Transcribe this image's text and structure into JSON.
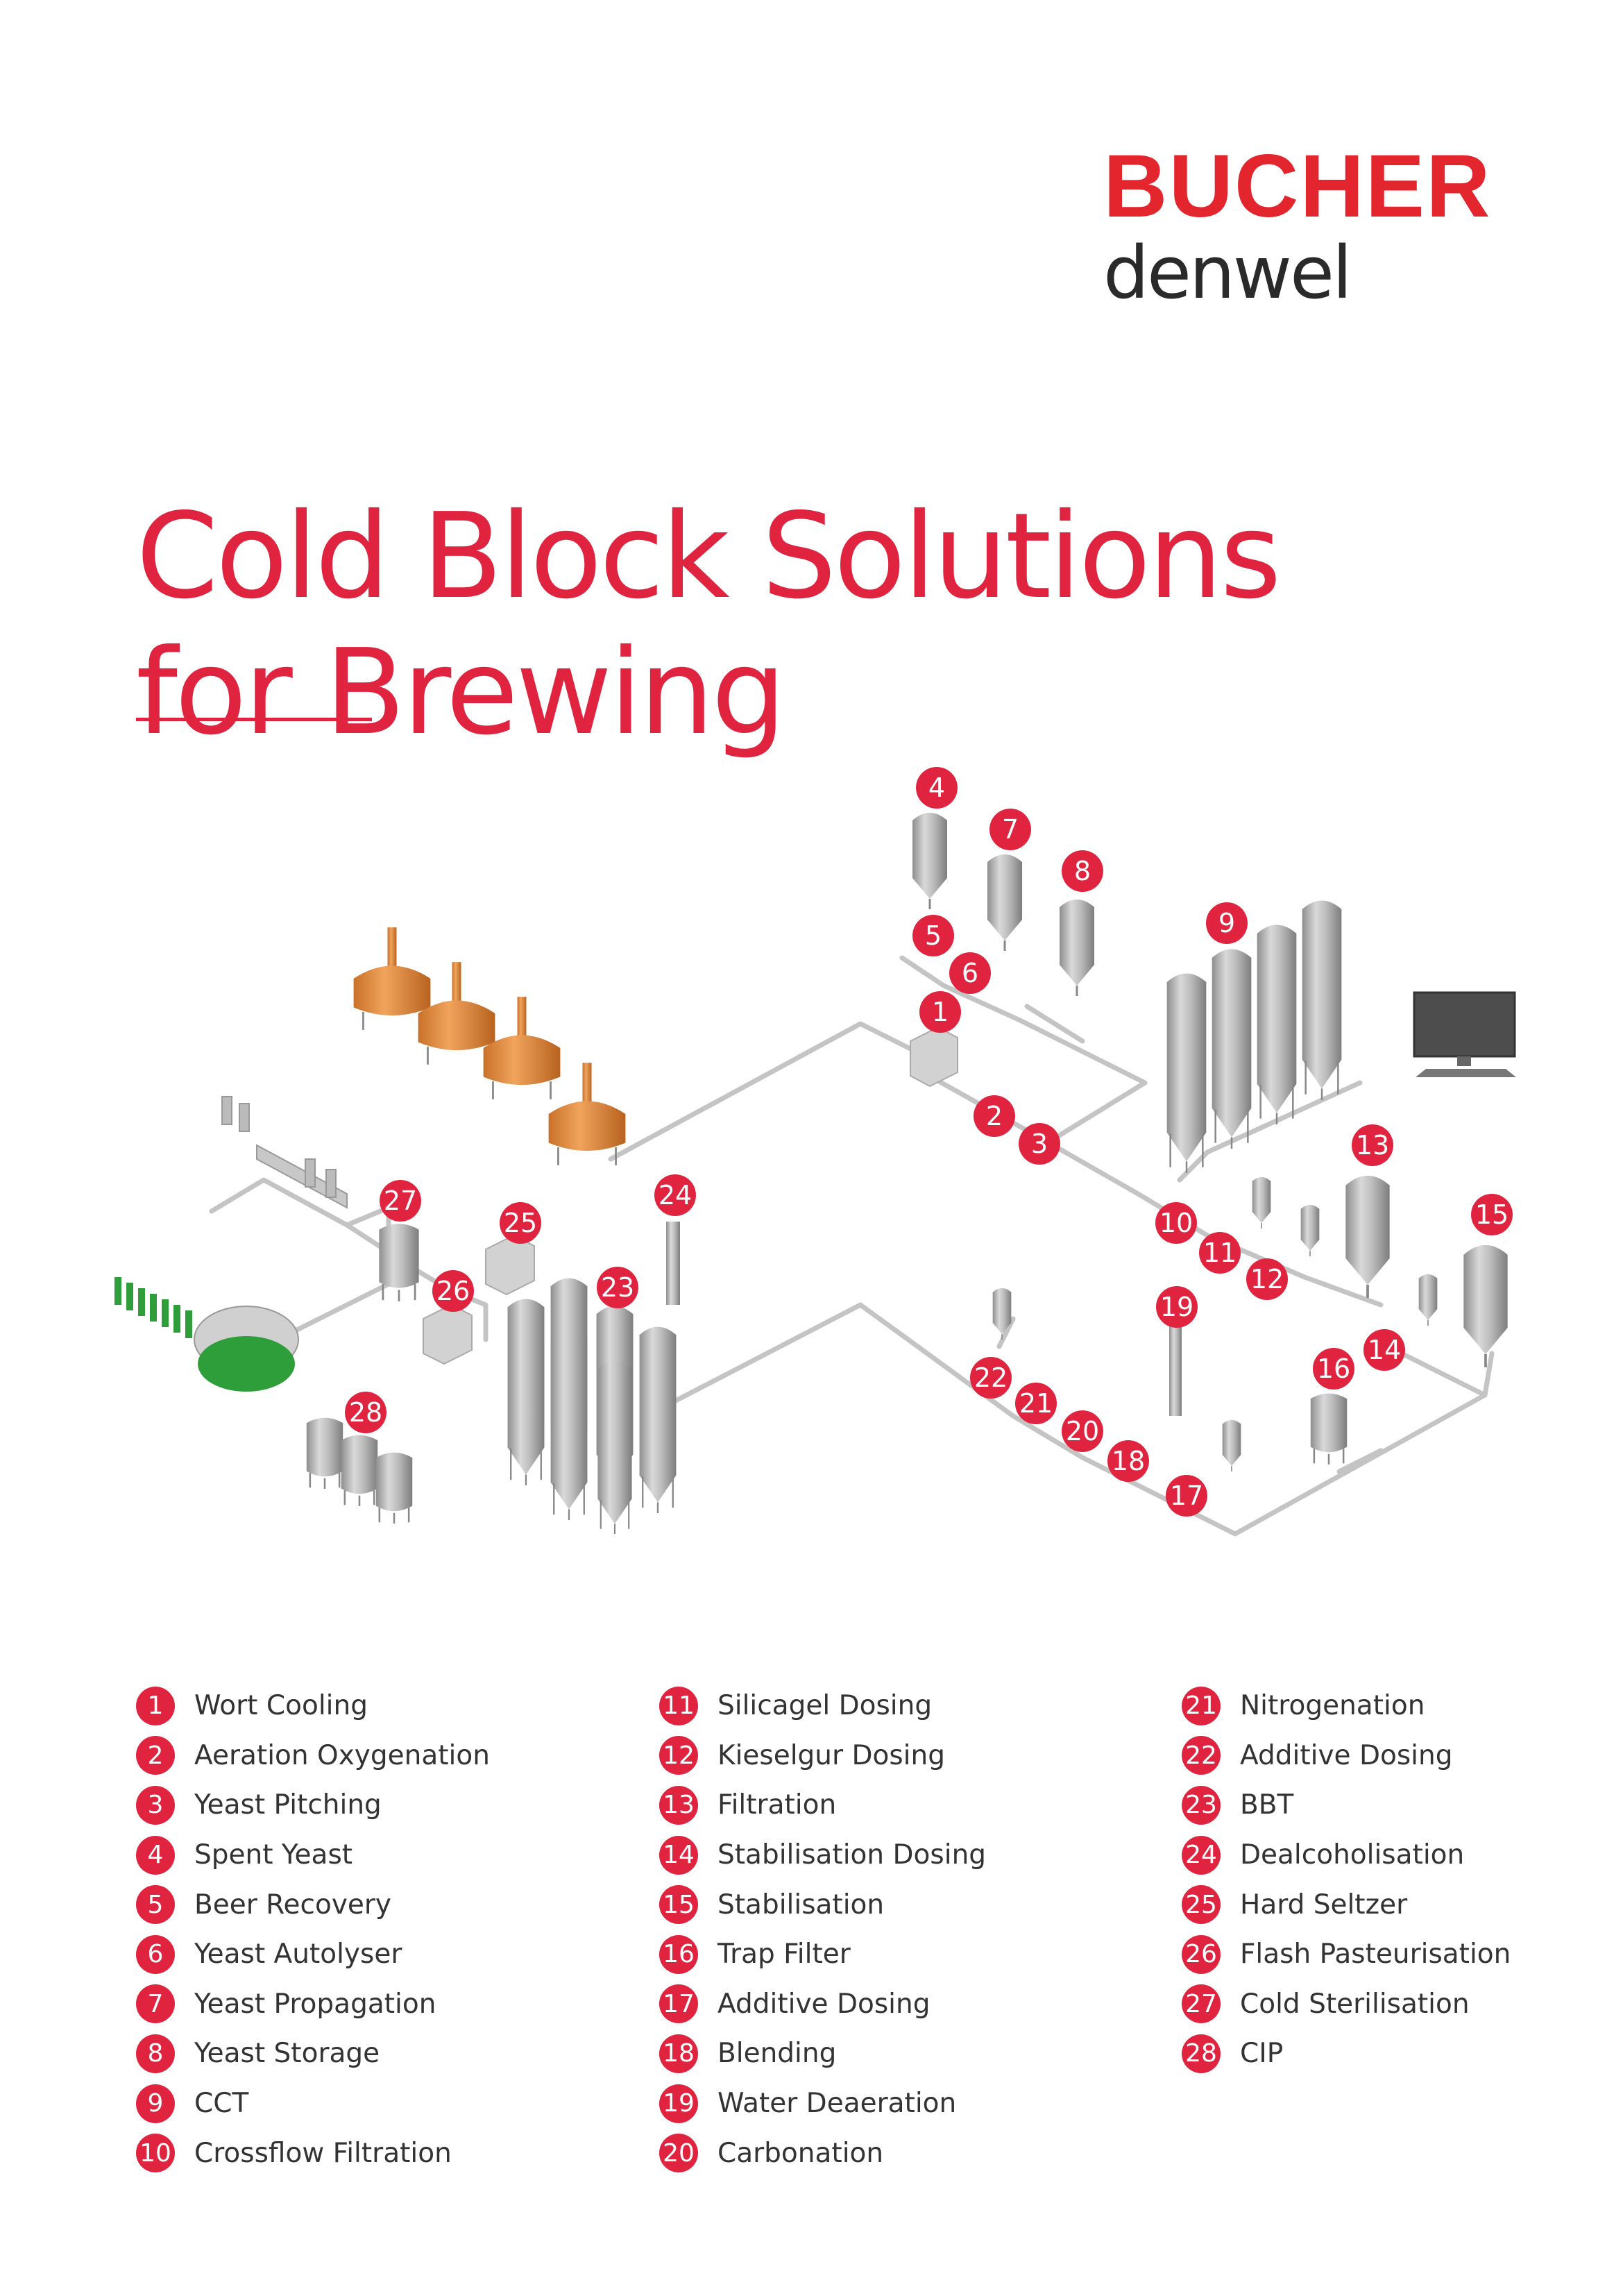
{
  "logo": {
    "brand": "BUCHER",
    "sub": "denwel"
  },
  "title": {
    "line1": "Cold Block Solutions",
    "line2": "for Brewing"
  },
  "colors": {
    "accent": "#e0243f",
    "tank": "#b4b4b4",
    "copper": "#e08a3c",
    "pipe": "#bdbdbd",
    "bottle": "#2e9e3a"
  },
  "icons": {
    "monitor": "computer-monitor-icon"
  },
  "diagram_badges": [
    "4",
    "7",
    "8",
    "5",
    "6",
    "1",
    "9",
    "2",
    "3",
    "13",
    "15",
    "10",
    "11",
    "12",
    "27",
    "25",
    "24",
    "26",
    "23",
    "19",
    "14",
    "16",
    "22",
    "21",
    "20",
    "18",
    "17",
    "28"
  ],
  "legend": [
    [
      {
        "num": "1",
        "label": "Wort Cooling"
      },
      {
        "num": "2",
        "label": "Aeration Oxygenation"
      },
      {
        "num": "3",
        "label": "Yeast Pitching"
      },
      {
        "num": "4",
        "label": "Spent Yeast"
      },
      {
        "num": "5",
        "label": "Beer Recovery"
      },
      {
        "num": "6",
        "label": "Yeast Autolyser"
      },
      {
        "num": "7",
        "label": "Yeast Propagation"
      },
      {
        "num": "8",
        "label": "Yeast Storage"
      },
      {
        "num": "9",
        "label": "CCT"
      },
      {
        "num": "10",
        "label": "Crossflow Filtration"
      }
    ],
    [
      {
        "num": "11",
        "label": "Silicagel Dosing"
      },
      {
        "num": "12",
        "label": "Kieselgur Dosing"
      },
      {
        "num": "13",
        "label": "Filtration"
      },
      {
        "num": "14",
        "label": "Stabilisation Dosing"
      },
      {
        "num": "15",
        "label": "Stabilisation"
      },
      {
        "num": "16",
        "label": "Trap Filter"
      },
      {
        "num": "17",
        "label": "Additive Dosing"
      },
      {
        "num": "18",
        "label": "Blending"
      },
      {
        "num": "19",
        "label": "Water Deaeration"
      },
      {
        "num": "20",
        "label": "Carbonation"
      }
    ],
    [
      {
        "num": "21",
        "label": "Nitrogenation"
      },
      {
        "num": "22",
        "label": "Additive Dosing"
      },
      {
        "num": "23",
        "label": "BBT"
      },
      {
        "num": "24",
        "label": "Dealcoholisation"
      },
      {
        "num": "25",
        "label": "Hard Seltzer"
      },
      {
        "num": "26",
        "label": "Flash Pasteurisation"
      },
      {
        "num": "27",
        "label": "Cold Sterilisation"
      },
      {
        "num": "28",
        "label": "CIP"
      }
    ]
  ]
}
